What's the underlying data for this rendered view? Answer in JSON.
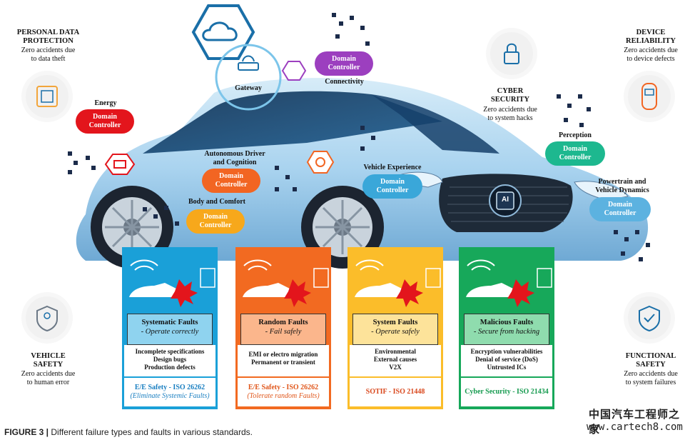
{
  "corners": {
    "top_left": {
      "title": "PERSONAL DATA\nPROTECTION",
      "sub": "Zero accidents due\nto data theft",
      "icon": "chip-data-icon"
    },
    "top_right": {
      "title": "DEVICE\nRELIABILITY",
      "sub": "Zero accidents due\nto device defects",
      "icon": "car-top-view-icon"
    },
    "bottom_left": {
      "title": "VEHICLE\nSAFETY",
      "sub": "Zero accidents due\nto human error",
      "icon": "driver-shield-icon"
    },
    "bottom_right": {
      "title": "FUNCTIONAL\nSAFETY",
      "sub": "Zero accidents due\nto system failures",
      "icon": "shield-check-icon"
    },
    "cyber": {
      "title": "CYBER\nSECURITY",
      "sub": "Zero accidents due\nto system hacks",
      "icon": "lock-circuit-icon"
    }
  },
  "domain_label": "Domain\nController",
  "controllers": [
    {
      "id": "energy",
      "title": "Energy",
      "color": "#e3151c"
    },
    {
      "id": "connectivity",
      "title": "Connectivity",
      "color": "#9c3fbf"
    },
    {
      "id": "autonomous",
      "title": "Autonomous Driver\nand Cognition",
      "color": "#f26522"
    },
    {
      "id": "body",
      "title": "Body and Comfort",
      "color": "#f7a81b"
    },
    {
      "id": "vehicle_experience",
      "title": "Vehicle Experience",
      "color": "#3aa7d9"
    },
    {
      "id": "perception",
      "title": "Perception",
      "color": "#1db88f"
    },
    {
      "id": "powertrain",
      "title": "Powertrain and\nVehicle Dynamics",
      "color": "#5cb2e0"
    }
  ],
  "gateway": {
    "label": "Gateway"
  },
  "ai_chip": {
    "label": "AI"
  },
  "panels": [
    {
      "title": "Systematic Faults",
      "sub": "- Operate correctly",
      "items": "Incomplete specifications\nDesign bugs\nProduction defects",
      "standard": "E/E Safety - ISO 26262",
      "standard_note": "(Eliminate Systemic Faults)",
      "color": "#1aa0d8",
      "box": "#8fd3ef",
      "std_color": "#1a7fc1"
    },
    {
      "title": "Random Faults",
      "sub": "- Fail safely",
      "items": "EMI or electro migration\nPermanent or transient",
      "standard": "E/E Safety - ISO 26262",
      "standard_note": "(Tolerate random Faults)",
      "color": "#f26a21",
      "box": "#fbb68c",
      "std_color": "#e0561a"
    },
    {
      "title": "System Faults",
      "sub": "- Operate safely",
      "items": "Environmental\nExternal causes\nV2X",
      "standard": "SOTIF - ISO 21448",
      "standard_note": "",
      "color": "#fbbd2a",
      "box": "#fde39a",
      "std_color": "#d9471c"
    },
    {
      "title": "Malicious Faults",
      "sub": "- Secure from hacking",
      "items": "Encryption vulnerabilities\nDenial of service (DoS)\nUntrusted ICs",
      "standard": "Cyber Security - ISO 21434",
      "standard_note": "",
      "color": "#17a85a",
      "box": "#8fdcae",
      "std_color": "#149a4e"
    }
  ],
  "caption": {
    "label": "FIGURE 3 |",
    "text": " Different failure types and faults in various standards."
  },
  "watermark": {
    "line1": "中国汽车工程师之家",
    "line2": "www.cartech8.com"
  }
}
